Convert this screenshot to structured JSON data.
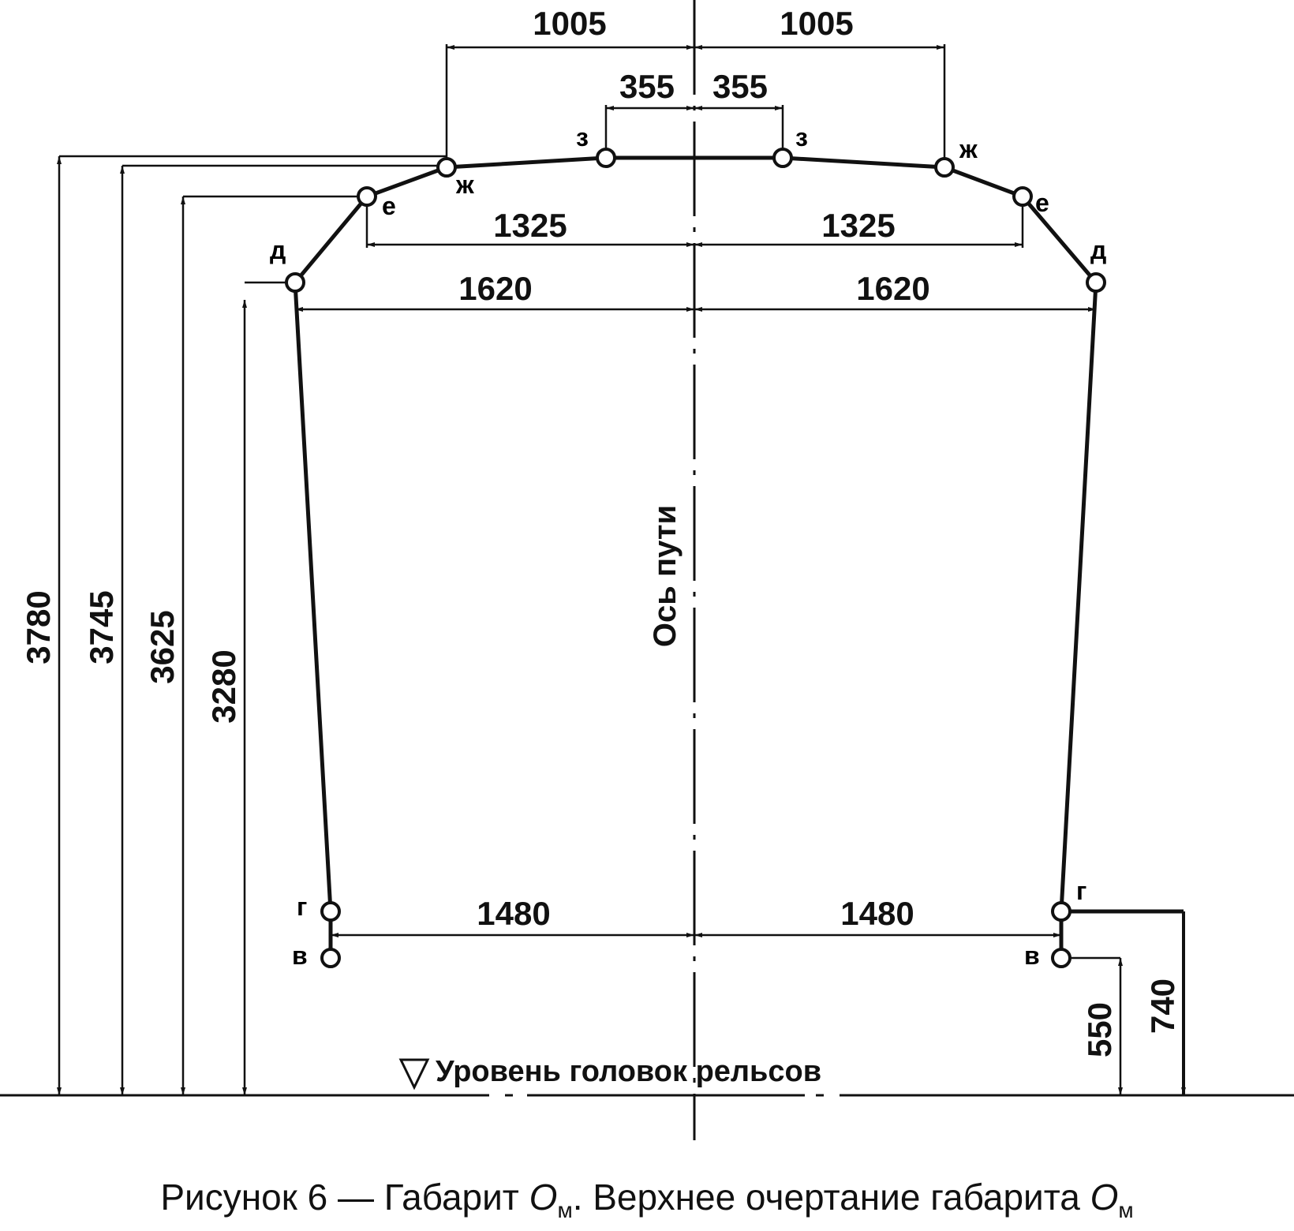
{
  "dimensions": {
    "half_width_top": "1005",
    "half_width_z": "355",
    "half_width_e": "1325",
    "half_width_d": "1620",
    "half_width_g": "1480",
    "height_zh": "3780",
    "height_z": "3745",
    "height_e": "3625",
    "height_d": "3280",
    "height_v": "550",
    "height_g": "740"
  },
  "points": {
    "z": "з",
    "zh": "ж",
    "e": "е",
    "d": "д",
    "g": "г",
    "v": "в"
  },
  "labels": {
    "axis": "Ось пути",
    "rail_level": "Уровень головок рельсов"
  },
  "caption": {
    "prefix": "Рисунок 6 — Габарит ",
    "symbol": "О",
    "subscript": "м",
    "middle": ". Верхнее очертание габарита "
  }
}
